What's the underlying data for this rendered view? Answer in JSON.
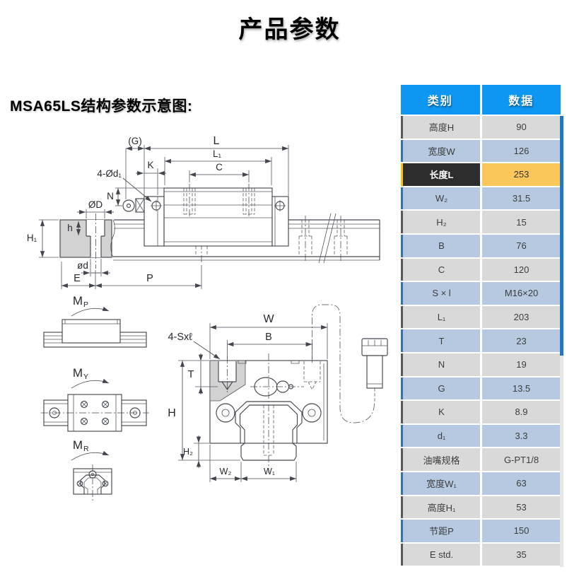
{
  "title": "产品参数",
  "diagram": {
    "heading": "MSA65LS结构参数示意图:",
    "labels": {
      "g": "(G)",
      "l": "L",
      "l1": "L₁",
      "c": "C",
      "k": "K",
      "four_d1": "4-Ød₁",
      "n": "N",
      "dia_d_big": "ØD",
      "h_depth": "h",
      "dia_d_small": "ød",
      "h1": "H₁",
      "e": "E",
      "p": "P",
      "sxl": "4-Sxℓ",
      "w": "W",
      "b": "B",
      "t": "T",
      "h": "H",
      "h2": "H₂",
      "w2": "W₂",
      "w1": "W₁",
      "mp_main": "M",
      "mp_sub": "P",
      "my_main": "M",
      "my_sub": "Y",
      "mr_main": "M",
      "mr_sub": "R"
    }
  },
  "table": {
    "headers": {
      "category": "类别",
      "data": "数据"
    },
    "rows": [
      {
        "label": "高度H",
        "value": "90",
        "variant": "gray"
      },
      {
        "label": "宽度W",
        "value": "126",
        "variant": "blue"
      },
      {
        "label": "长度L",
        "value": "253",
        "variant": "highlight"
      },
      {
        "label": "W₂",
        "value": "31.5",
        "variant": "blue"
      },
      {
        "label": "H₂",
        "value": "15",
        "variant": "gray"
      },
      {
        "label": "B",
        "value": "76",
        "variant": "blue"
      },
      {
        "label": "C",
        "value": "120",
        "variant": "gray"
      },
      {
        "label": "S × l",
        "value": "M16×20",
        "variant": "blue"
      },
      {
        "label": "L₁",
        "value": "203",
        "variant": "gray"
      },
      {
        "label": "T",
        "value": "23",
        "variant": "blue"
      },
      {
        "label": "N",
        "value": "19",
        "variant": "gray"
      },
      {
        "label": "G",
        "value": "13.5",
        "variant": "blue"
      },
      {
        "label": "K",
        "value": "8.9",
        "variant": "gray"
      },
      {
        "label": "d₁",
        "value": "3.3",
        "variant": "blue"
      },
      {
        "label": "油嘴规格",
        "value": "G-PT1/8",
        "variant": "gray"
      },
      {
        "label": "宽度W₁",
        "value": "63",
        "variant": "blue"
      },
      {
        "label": "高度H₁",
        "value": "53",
        "variant": "gray"
      },
      {
        "label": "节距P",
        "value": "150",
        "variant": "blue"
      },
      {
        "label": "E std.",
        "value": "35",
        "variant": "gray"
      }
    ],
    "highlighted_row": "长度L",
    "colors": {
      "header_bg": "#0e97f2",
      "row_gray_bg": "#d9d9d9",
      "row_blue_bg": "#b6c9e0",
      "accent_gray": "#595959",
      "accent_blue": "#2e74b5",
      "highlight_label_bg": "#2d2d2d",
      "highlight_value_bg": "#fbc75b",
      "highlight_accent": "#ffc000",
      "scrollbar_thumb": "#1d79c8",
      "scrollbar_track": "#e6e6e6"
    }
  }
}
